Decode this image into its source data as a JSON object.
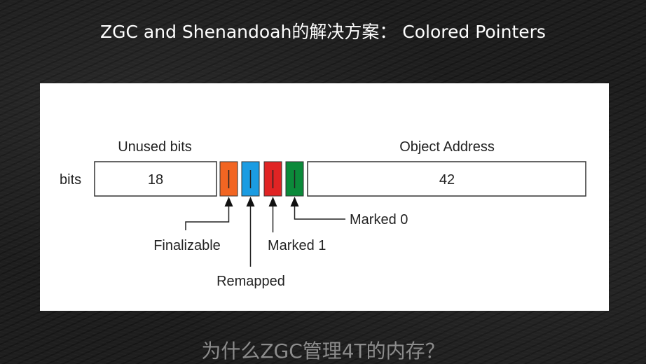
{
  "slide": {
    "title": "ZGC and Shenandoah的解决方案： Colored Pointers",
    "subtitle": "为什么ZGC管理4T的内存？"
  },
  "diagram": {
    "row_label": "bits",
    "unused_bits_label": "Unused bits",
    "unused_bits_value": "18",
    "object_address_label": "Object Address",
    "object_address_value": "42",
    "color_bits": [
      {
        "name": "Finalizable",
        "color": "#f26522"
      },
      {
        "name": "Remapped",
        "color": "#1b9ce2"
      },
      {
        "name": "Marked 1",
        "color": "#e02424"
      },
      {
        "name": "Marked 0",
        "color": "#0b8a3a"
      }
    ]
  }
}
